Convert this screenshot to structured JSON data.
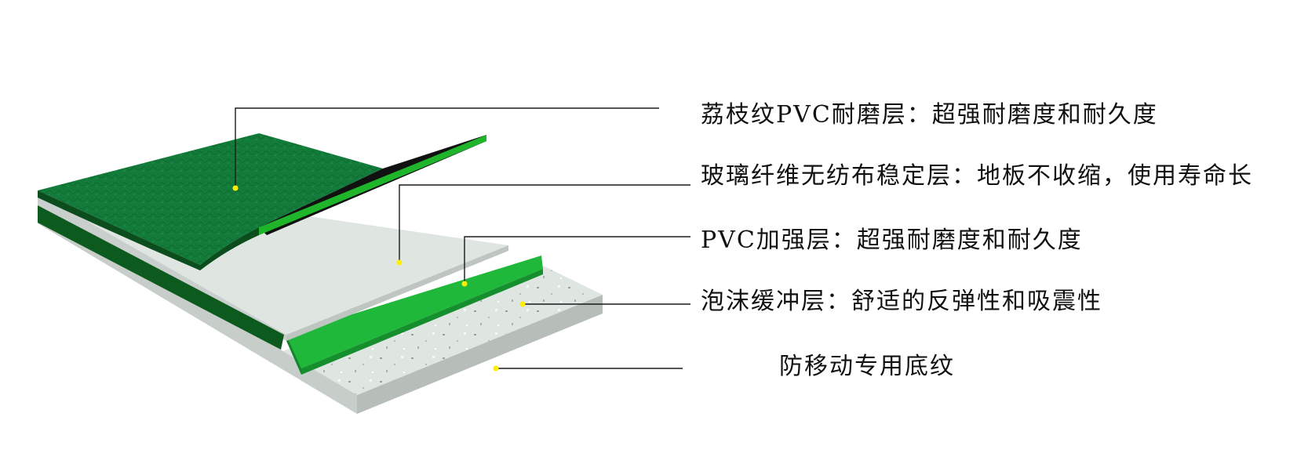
{
  "layers": [
    {
      "label": "荔枝纹PVC耐磨层：超强耐磨度和耐久度"
    },
    {
      "label": "玻璃纤维无纺布稳定层：地板不收缩，使用寿命长"
    },
    {
      "label": "PVC加强层：超强耐磨度和耐久度"
    },
    {
      "label": "泡沫缓冲层：舒适的反弹性和吸震性"
    },
    {
      "label": "防移动专用底纹"
    }
  ],
  "colors": {
    "wear_layer": "#127a3a",
    "wear_edge": "#1fb52a",
    "fiberglass_layer": "#dfe6e2",
    "pvc_reinforce": "#1fb83a",
    "foam_layer": "#dde3df",
    "dark_green_edge": "#0d5a1e",
    "dot": "#ffee00"
  }
}
